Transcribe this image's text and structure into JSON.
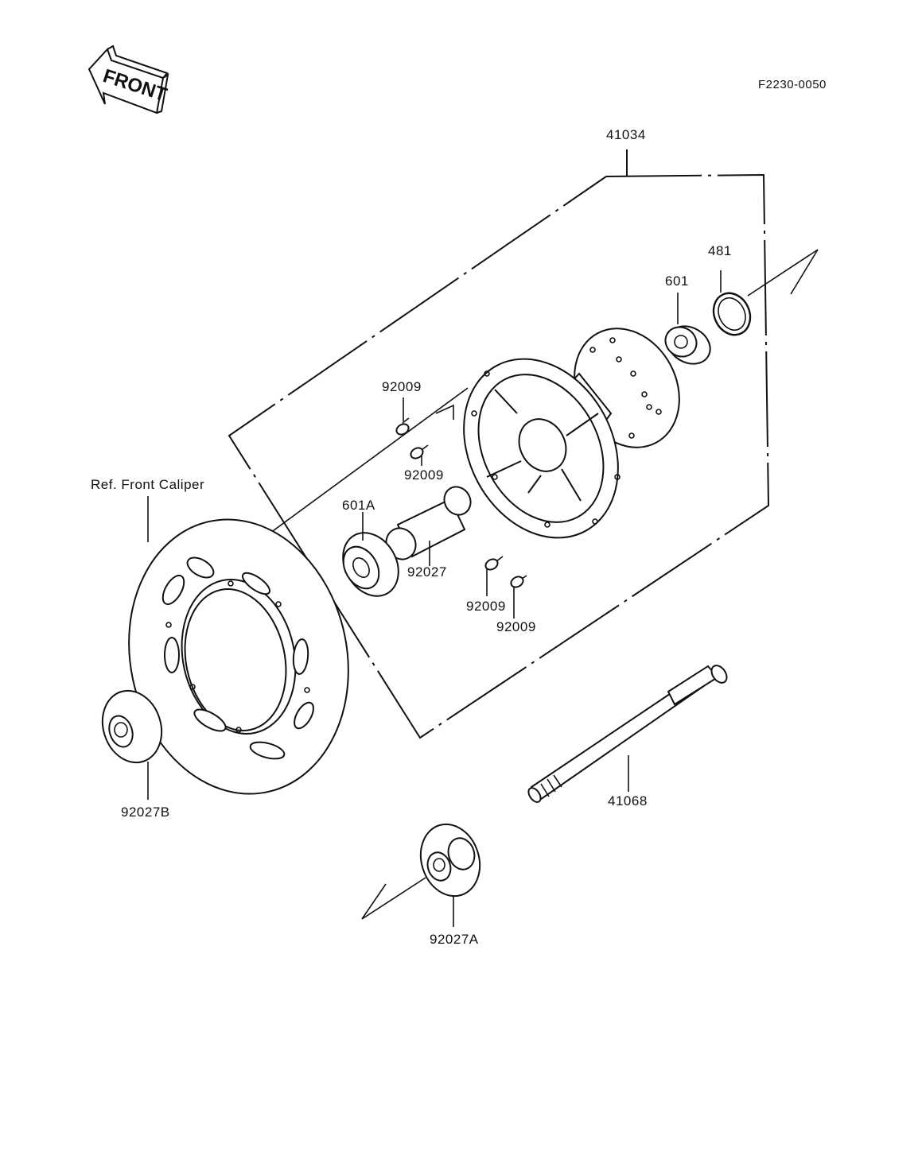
{
  "drawing_code": "F2230-0050",
  "front_logo_text": "FRONT",
  "labels": {
    "p41034": "41034",
    "p481": "481",
    "p601": "601",
    "p92009_a": "92009",
    "p92009_b": "92009",
    "p92009_c": "92009",
    "p92009_d": "92009",
    "p601A": "601A",
    "p92027": "92027",
    "ref_front_caliper": "Ref. Front Caliper",
    "p92027B": "92027B",
    "p41068": "41068",
    "p92027A": "92027A"
  },
  "colors": {
    "line": "#111111",
    "background": "#ffffff"
  }
}
